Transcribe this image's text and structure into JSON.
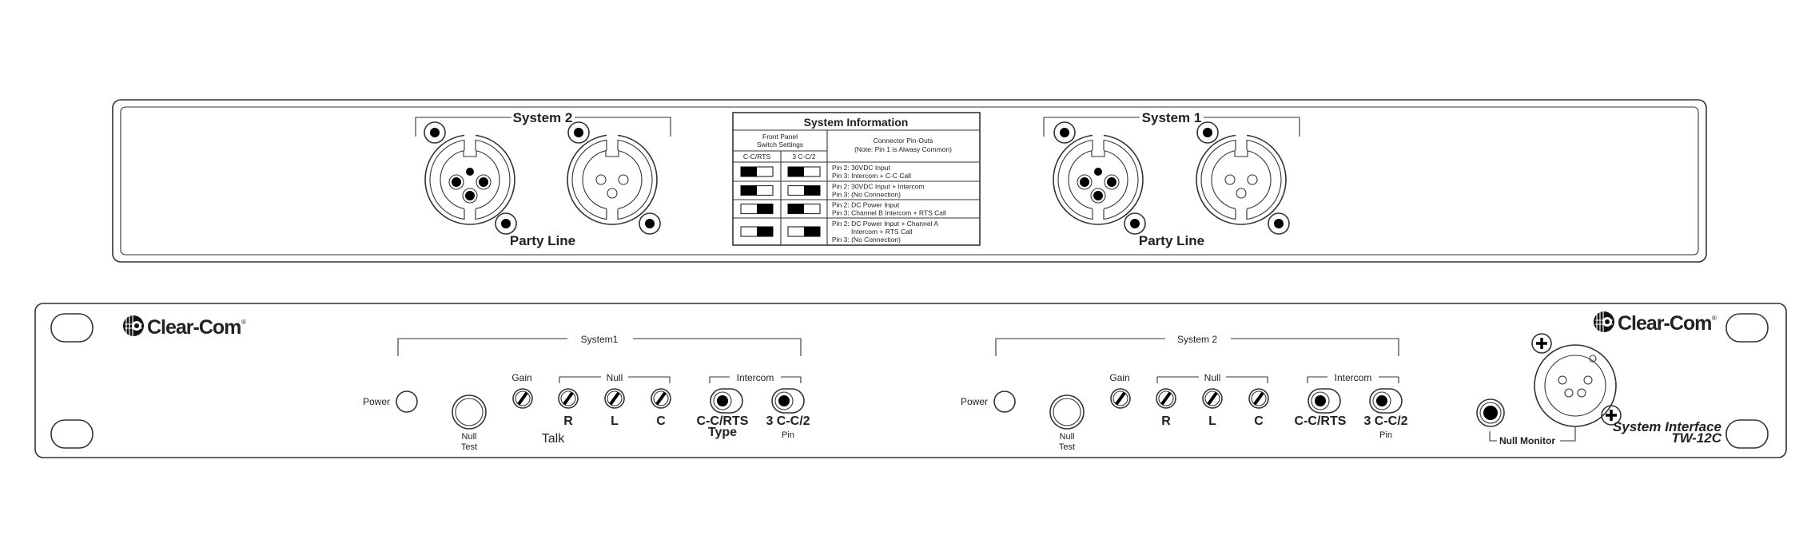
{
  "rear_panel": {
    "system2": {
      "title": "System 2",
      "label": "Party Line"
    },
    "system1": {
      "title": "System 1",
      "label": "Party Line"
    },
    "info_table": {
      "title": "System Information",
      "switch_header": [
        "Front Panel",
        "Switch Settings"
      ],
      "col1": "C-C/RTS",
      "col2": "3 C-C/2",
      "pinout_header": [
        "Connector  Pin-Outs",
        "(Note: Pin 1 is Alwasy Common)"
      ],
      "rows": [
        {
          "cc_rts_black": "left",
          "c3_black": "left",
          "lines": [
            "Pin 2: 30VDC Input",
            "Pin 3: Intercom + C-C Call"
          ]
        },
        {
          "cc_rts_black": "left",
          "c3_black": "right",
          "lines": [
            "Pin 2: 30VDC Input + Intercom",
            "Pin 3: (No Connection)"
          ]
        },
        {
          "cc_rts_black": "right",
          "c3_black": "left",
          "lines": [
            "Pin 2: DC Power Input",
            "Pin 3: Channel B Intercom + RTS Call"
          ]
        },
        {
          "cc_rts_black": "right",
          "c3_black": "right",
          "lines": [
            "Pin 2: DC Power Input + Channel A",
            "Intercom + RTS Call",
            "Pin 3: (No Connection)"
          ]
        }
      ]
    }
  },
  "front_panel": {
    "brand": "Clear-Com",
    "brand_mark": "®",
    "systems": [
      {
        "title": "System1",
        "power": "Power",
        "null_test": [
          "Null",
          "Test"
        ],
        "gain": "Gain",
        "null": "Null",
        "null_knobs": [
          "R",
          "L",
          "C"
        ],
        "talk": "Talk",
        "intercom": "Intercom",
        "jack1": "C-C/RTS",
        "jack1_sub": "Type",
        "jack2": "3 C-C/2",
        "jack2_sub": "Pin"
      },
      {
        "title": "System 2",
        "power": "Power",
        "null_test": [
          "Null",
          "Test"
        ],
        "gain": "Gain",
        "null": "Null",
        "null_knobs": [
          "R",
          "L",
          "C"
        ],
        "intercom": "Intercom",
        "jack1": "C-C/RTS",
        "jack2": "3 C-C/2",
        "jack2_sub": "Pin"
      }
    ],
    "null_monitor": "Null Monitor",
    "model": [
      "System Interface",
      "TW-12C"
    ]
  },
  "colors": {
    "line": "#333333",
    "fill": "#000000",
    "background": "#ffffff"
  }
}
